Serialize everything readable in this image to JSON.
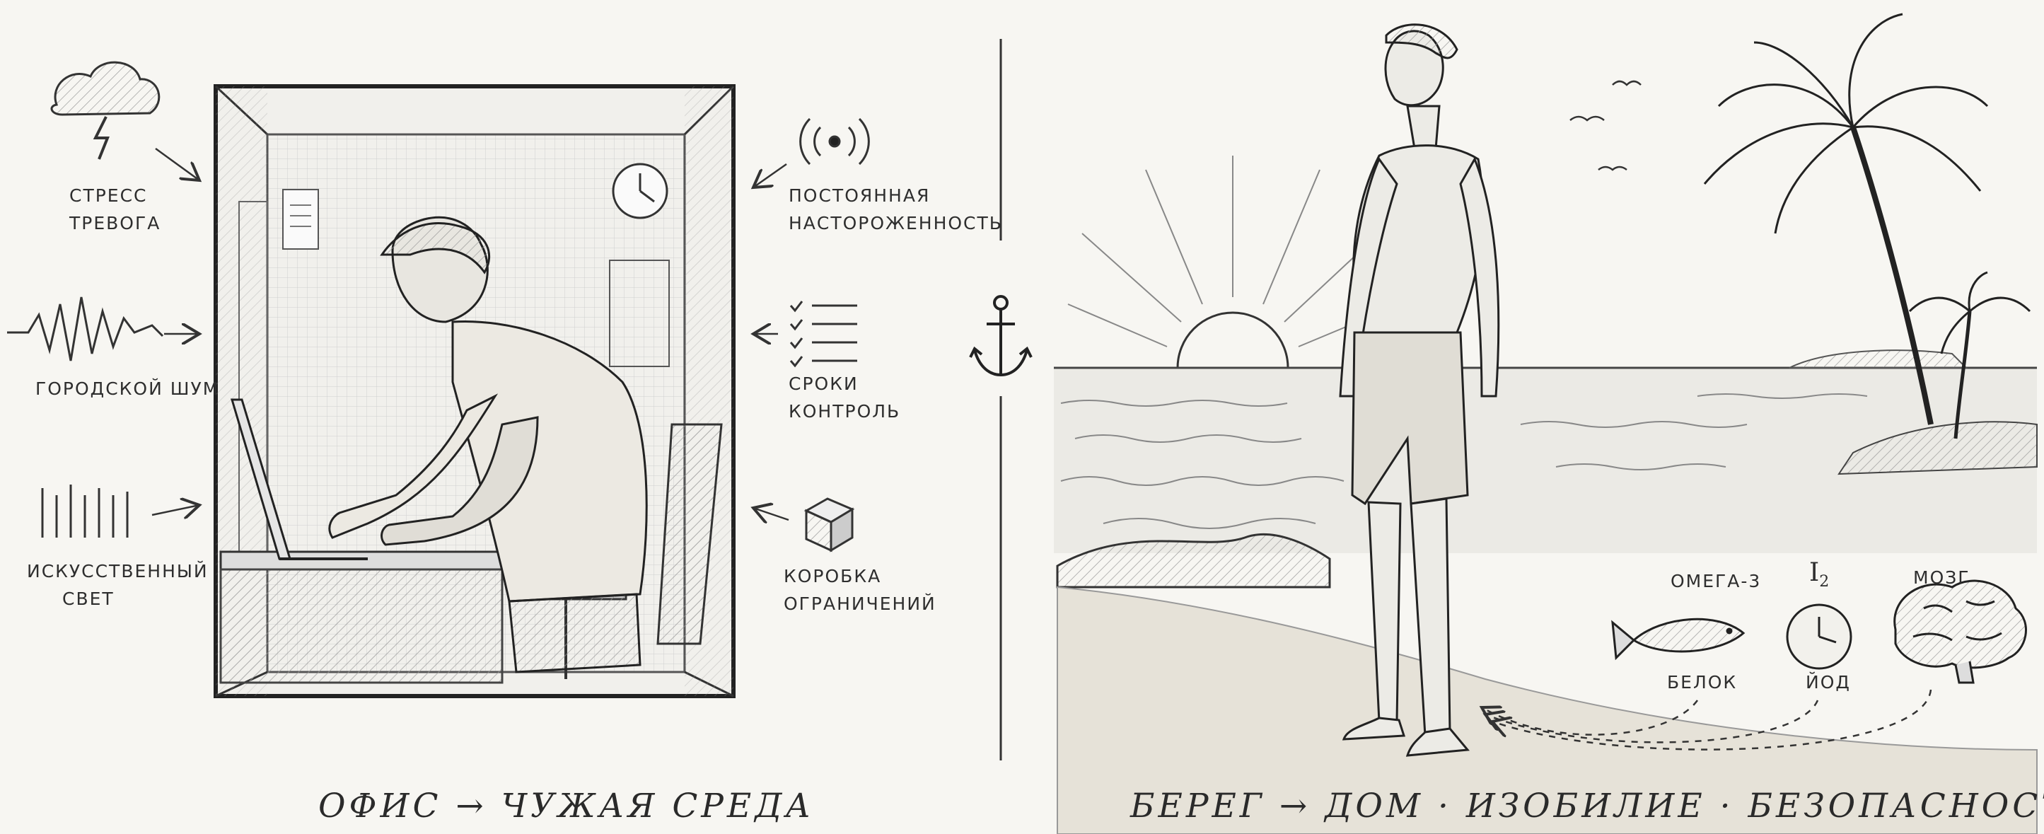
{
  "left": {
    "labels": {
      "stress": "СТРЕСС",
      "anxiety": "ТРЕВОГА",
      "city_noise": "ГОРОДСКОЙ ШУМ",
      "artificial": "ИСКУССТВЕННЫЙ",
      "light": "СВЕТ",
      "constant": "ПОСТОЯННАЯ",
      "alertness": "НАСТОРОЖЕННОСТЬ",
      "deadlines": "СРОКИ",
      "control": "КОНТРОЛЬ",
      "box": "КОРОБКА",
      "limits": "ОГРАНИЧЕНИЙ"
    },
    "caption": "ОФИС → ЧУЖАЯ СРЕДА"
  },
  "right": {
    "labels": {
      "omega": "ОМЕГА-3",
      "iodine_symbol": "I",
      "iodine_index": "2",
      "brain": "МОЗГ",
      "protein": "БЕЛОК",
      "iodine": "ЙОД"
    },
    "caption": "БЕРЕГ → ДОМ · ИЗОБИЛИЕ · БЕЗОПАСНОСТЬ"
  },
  "colors": {
    "paper": "#f7f6f2",
    "ink": "#2a2a2a",
    "sand": "#e6e2d8",
    "sea": "#ebeae5"
  },
  "icons": [
    "storm-cloud-icon",
    "noise-wave-icon",
    "light-bars-icon",
    "signal-icon",
    "checklist-icon",
    "cube-icon",
    "anchor-icon",
    "fish-icon",
    "stopwatch-icon",
    "brain-icon"
  ]
}
